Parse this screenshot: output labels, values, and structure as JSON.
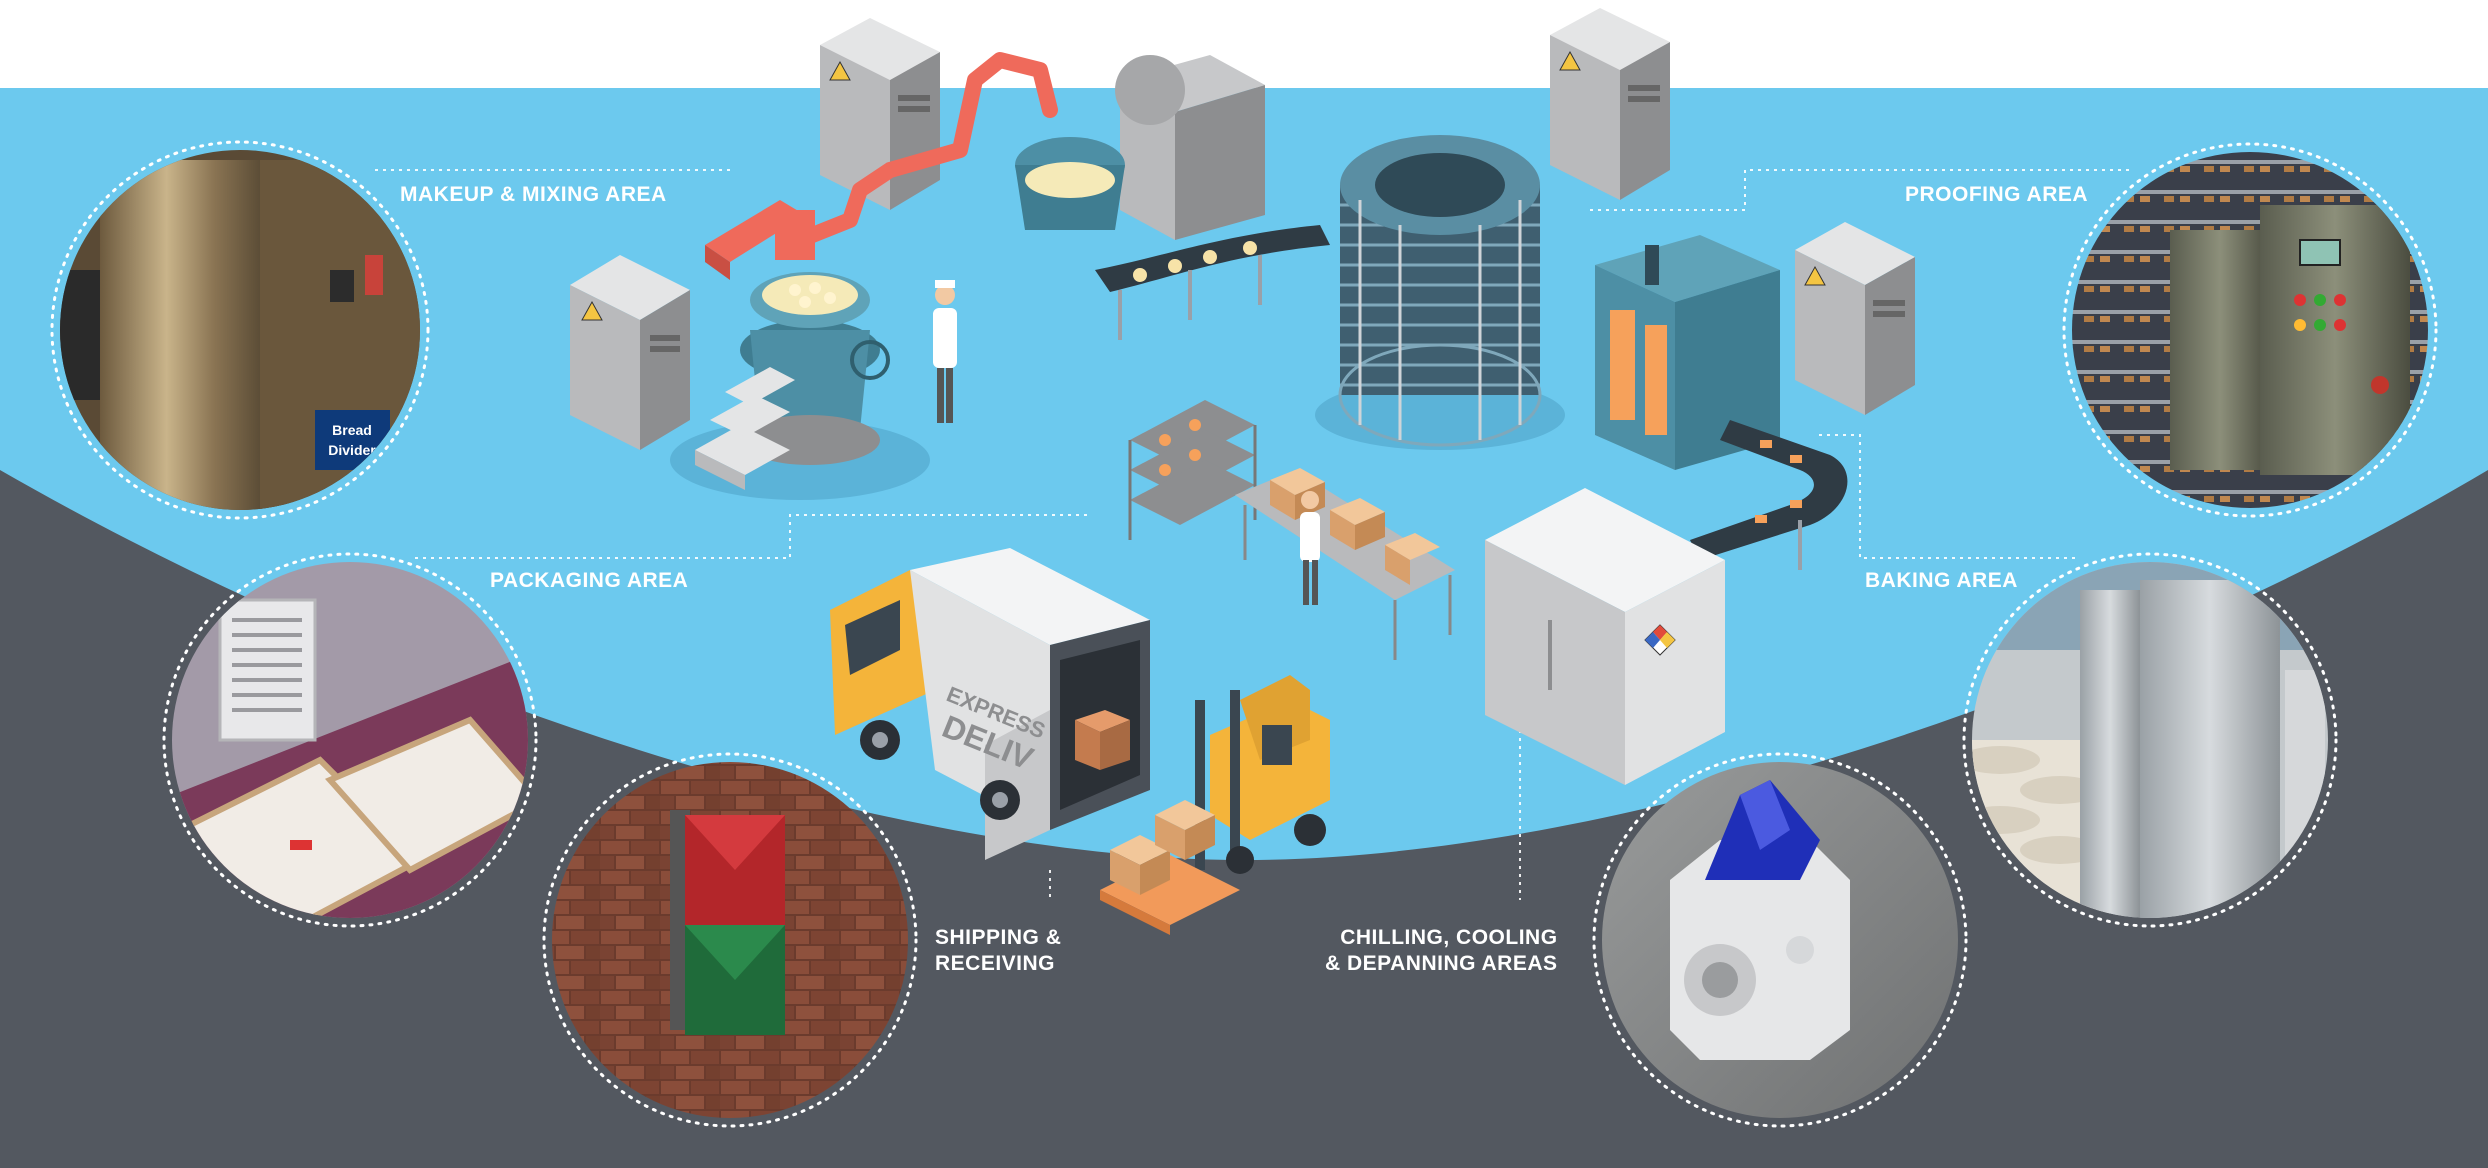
{
  "colors": {
    "sky": "#6cc9ee",
    "floor": "#535860",
    "label_text": "#ffffff",
    "dotted_ring": "#ffffff",
    "accent_orange": "#f6a15b",
    "accent_red": "#ef6a5b",
    "teal_machine": "#4d8fa5",
    "cabinet_gray": "#b9babc",
    "truck_yellow": "#f4b43a"
  },
  "areas": [
    {
      "id": "makeup-mixing",
      "label": "MAKEUP & MIXING AREA",
      "photo": "stainless-steel-enclosure",
      "badge": "Bread Divider"
    },
    {
      "id": "proofing",
      "label": "PROOFING AREA",
      "photo": "control-panel-enclosure"
    },
    {
      "id": "packaging",
      "label": "PACKAGING AREA",
      "photo": "vent-filter-grille"
    },
    {
      "id": "baking",
      "label": "BAKING AREA",
      "photo": "stainless-cabinet-with-cooler"
    },
    {
      "id": "shipping",
      "label_line1": "SHIPPING &",
      "label_line2": "RECEIVING",
      "photo": "signal-beacon-stack"
    },
    {
      "id": "chilling",
      "label_line1": "CHILLING, COOLING",
      "label_line2": "& DEPANNING AREAS",
      "photo": "blue-strobe-horn"
    }
  ],
  "truck": {
    "side_text_line1": "EXPRESS",
    "side_text_line2": "DELIV"
  },
  "icons": {
    "hazard": "warning-triangle-icon",
    "diamond": "nfpa-diamond-icon"
  }
}
